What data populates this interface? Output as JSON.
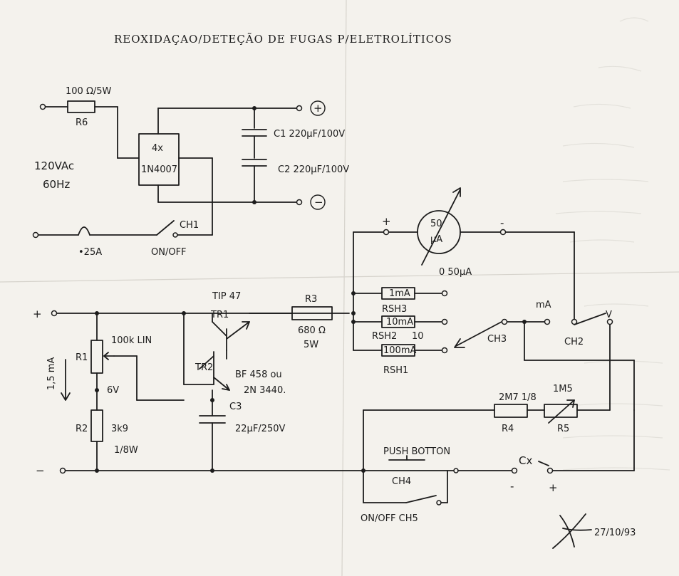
{
  "title": "REOXIDAÇAO/DETEÇÃO DE FUGAS P/ELETROLÍTICOS",
  "power_supply": {
    "resistor_value": "100 Ω/5W",
    "resistor_ref": "R6",
    "mains": "120VAc",
    "frequency": "60Hz",
    "bridge_count": "4x",
    "bridge_part": "1N4007",
    "c1": "C1 220μF/100V",
    "c2": "C2 220μF/100V",
    "plus": "+",
    "minus": "−",
    "switch_ref": "CH1",
    "fuse": "•25A",
    "switch_label": "ON/OFF"
  },
  "regulator": {
    "plus": "+",
    "minus": "−",
    "current": "1,5 mA",
    "pot": "100k LIN",
    "r1": "R1",
    "voltage": "6V",
    "r2": "R2",
    "r2_value": "3k9",
    "r2_power": "1/8W",
    "tr1_part": "TIP 47",
    "tr1_ref": "TR1",
    "tr2_ref": "TR2",
    "tr2_part": "BF 458 ou",
    "tr2_alt": "2N 3440.",
    "c3_ref": "C3",
    "c3_value": "22μF/250V",
    "r3_ref": "R3",
    "r3_value": "680 Ω",
    "r3_power": "5W"
  },
  "meter": {
    "value": "50",
    "unit": "μA",
    "plus": "+",
    "minus": "-",
    "range": "0 50μA"
  },
  "shunts": {
    "rsh3_value": "1mA",
    "rsh3_ref": "RSH3",
    "rsh2_value": "10mA",
    "rsh2_ref": "RSH2",
    "rsh2_note": "10",
    "rsh1_value": "100mA",
    "rsh1_ref": "RSH1",
    "ch3_ref": "CH3",
    "ma_label": "mA",
    "v_label": "V",
    "ch2_ref": "CH2"
  },
  "output": {
    "r4_value": "2M7 1/8",
    "r4_ref": "R4",
    "r5_value": "1M5",
    "r5_ref": "R5",
    "push_button": "PUSH BOTTON",
    "ch4_ref": "CH4",
    "cx": "Cx",
    "minus": "-",
    "plus": "+",
    "ch5_label": "ON/OFF CH5"
  },
  "signature": {
    "date": "27/10/93"
  },
  "colors": {
    "paper": "#f4f2ed",
    "ink": "#1c1c1c",
    "bleed": "#bcbab4"
  }
}
